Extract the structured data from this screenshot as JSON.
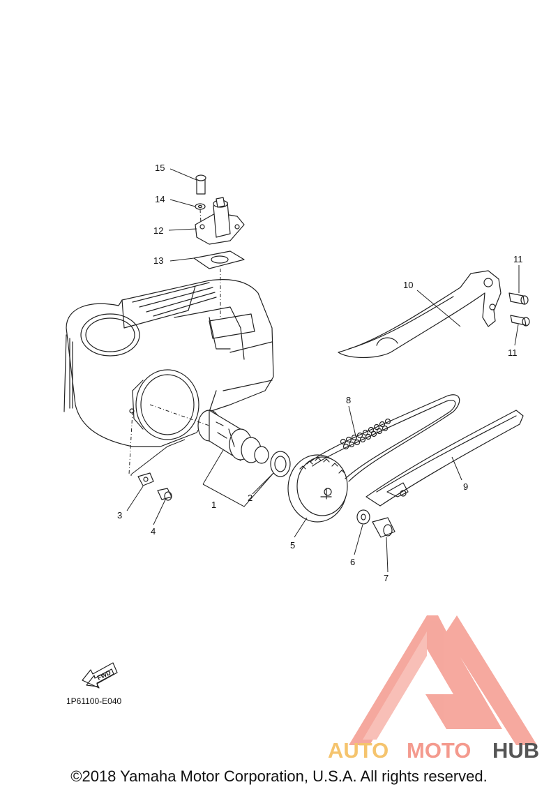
{
  "callouts": {
    "c1": "1",
    "c2": "2",
    "c3": "3",
    "c4": "4",
    "c5": "5",
    "c6": "6",
    "c7": "7",
    "c8": "8",
    "c9": "9",
    "c10": "10",
    "c11a": "11",
    "c11b": "11",
    "c12": "12",
    "c13": "13",
    "c14": "14",
    "c15": "15"
  },
  "diagram_code": "1P61100-E040",
  "fwd_label": "FWD",
  "watermark": {
    "part_a": "AUTO",
    "part_b": "MOTO",
    "part_c": "HUB",
    "color_a": "#f5c46e",
    "color_b": "#f49a8e",
    "color_c": "#555555",
    "logo_color": "#f49a8e"
  },
  "copyright": "©2018 Yamaha Motor Corporation, U.S.A. All rights reserved."
}
